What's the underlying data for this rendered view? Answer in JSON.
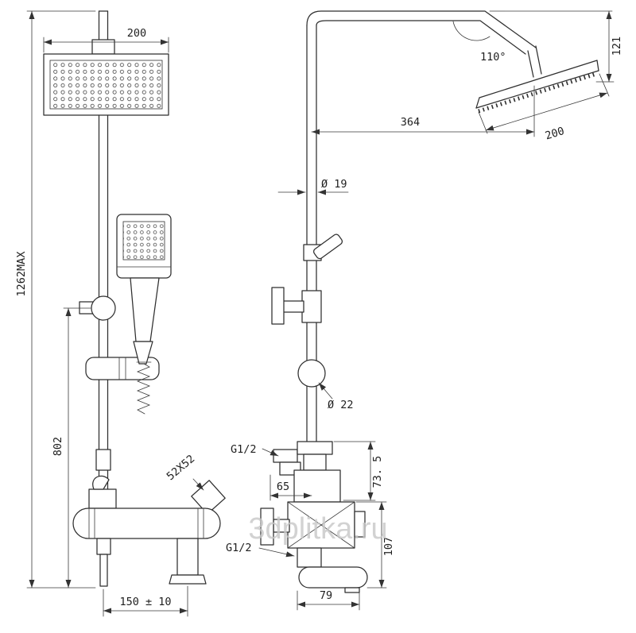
{
  "watermark": "3dplitka.ru",
  "front": {
    "overall_height": "1262MAX",
    "bracket_height": "802",
    "head_width": "200",
    "escutcheon_size": "52X52",
    "inlet_spacing": "150 ± 10"
  },
  "side": {
    "arm_angle": "110°",
    "head_drop": "121",
    "arm_reach": "364",
    "head_size": "200",
    "pipe_diameter": "Ø 19",
    "joint_diameter": "Ø 22",
    "thread_top": "G1/2",
    "thread_bottom": "G1/2",
    "body_rise": "73. 5",
    "inlet_offset": "65",
    "spout_drop": "107",
    "body_depth": "79"
  }
}
